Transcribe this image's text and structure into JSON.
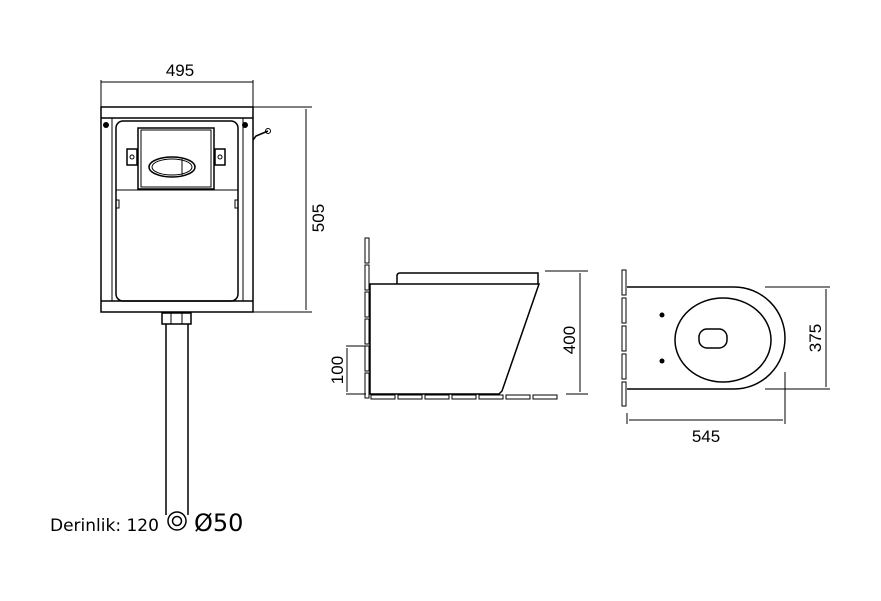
{
  "dimensions": {
    "cistern_width": "495",
    "cistern_height": "505",
    "toilet_height": "400",
    "inlet_height": "100",
    "bowl_width": "375",
    "bowl_length": "545"
  },
  "caption": {
    "depth_label": "Derinlik: 120",
    "pipe_diameter": "Ø50"
  }
}
